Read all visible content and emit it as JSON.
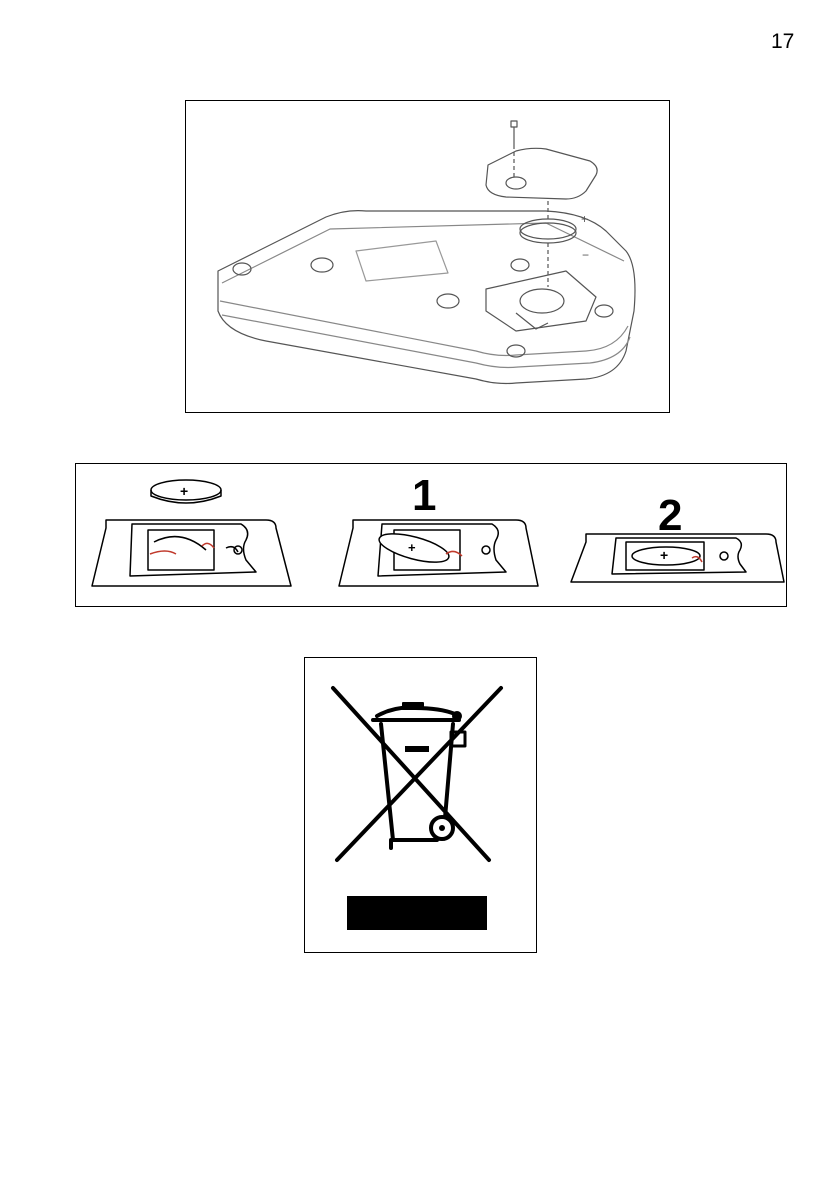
{
  "page": {
    "number": "17"
  },
  "figure_battery_exploded": {
    "plus_sign": "+",
    "minus_sign": "−"
  },
  "figure_battery_steps": {
    "step_1": "1",
    "step_2": "2",
    "coin_plus": "+"
  },
  "figure_weee": {
    "icon": "crossed-out-wheelie-bin-icon",
    "bar_color": "#000000"
  }
}
